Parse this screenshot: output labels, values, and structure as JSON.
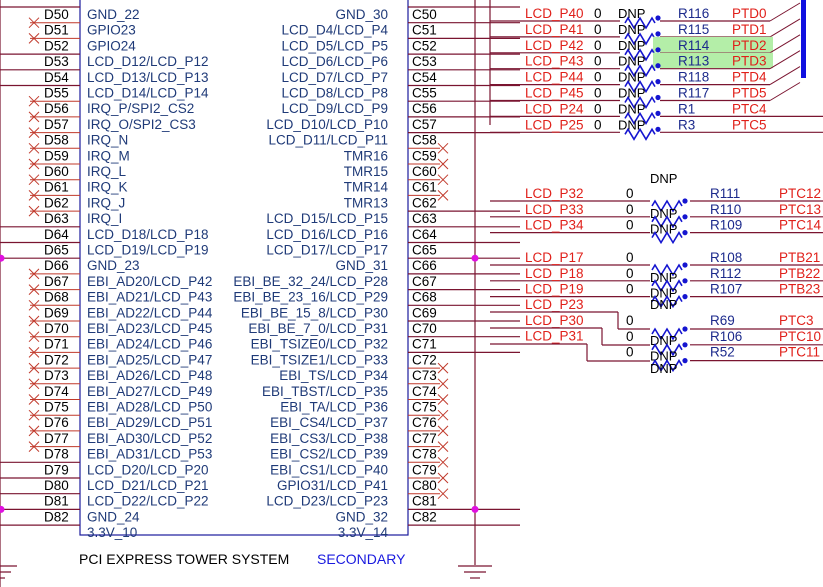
{
  "footer": {
    "title": "PCI EXPRESS TOWER SYSTEM",
    "subtitle": "SECONDARY"
  },
  "colors": {
    "wire": "#7a1430",
    "net_label": "#e0201a",
    "pin_text": "#1f3a78",
    "component_outline": "#1c1c9c",
    "junction": "#e010e0",
    "bus": "#1010e0",
    "highlight": "#b4eea8"
  },
  "left_pins": [
    {
      "num": "D50",
      "name": "GND_22",
      "nc": false
    },
    {
      "num": "D51",
      "name": "GPIO23",
      "nc": true
    },
    {
      "num": "D52",
      "name": "GPIO24",
      "nc": true
    },
    {
      "num": "D53",
      "name": "LCD_D12/LCD_P12",
      "nc": false
    },
    {
      "num": "D54",
      "name": "LCD_D13/LCD_P13",
      "nc": false
    },
    {
      "num": "D55",
      "name": "LCD_D14/LCD_P14",
      "nc": false
    },
    {
      "num": "D56",
      "name": "IRQ_P/SPI2_CS2",
      "nc": true
    },
    {
      "num": "D57",
      "name": "IRQ_O/SPI2_CS3",
      "nc": true
    },
    {
      "num": "D58",
      "name": "IRQ_N",
      "nc": true
    },
    {
      "num": "D59",
      "name": "IRQ_M",
      "nc": true
    },
    {
      "num": "D60",
      "name": "IRQ_L",
      "nc": true
    },
    {
      "num": "D61",
      "name": "IRQ_K",
      "nc": true
    },
    {
      "num": "D62",
      "name": "IRQ_J",
      "nc": true
    },
    {
      "num": "D63",
      "name": "IRQ_I",
      "nc": true
    },
    {
      "num": "D64",
      "name": "LCD_D18/LCD_P18",
      "nc": false
    },
    {
      "num": "D65",
      "name": "LCD_D19/LCD_P19",
      "nc": false
    },
    {
      "num": "D66",
      "name": "GND_23",
      "nc": false,
      "gnd": true
    },
    {
      "num": "D67",
      "name": "EBI_AD20/LCD_P42",
      "nc": true
    },
    {
      "num": "D68",
      "name": "EBI_AD21/LCD_P43",
      "nc": true
    },
    {
      "num": "D69",
      "name": "EBI_AD22/LCD_P44",
      "nc": true
    },
    {
      "num": "D70",
      "name": "EBI_AD23/LCD_P45",
      "nc": true
    },
    {
      "num": "D71",
      "name": "EBI_AD24/LCD_P46",
      "nc": true
    },
    {
      "num": "D72",
      "name": "EBI_AD25/LCD_P47",
      "nc": true
    },
    {
      "num": "D73",
      "name": "EBI_AD26/LCD_P48",
      "nc": true
    },
    {
      "num": "D74",
      "name": "EBI_AD27/LCD_P49",
      "nc": true
    },
    {
      "num": "D75",
      "name": "EBI_AD28/LCD_P50",
      "nc": true
    },
    {
      "num": "D76",
      "name": "EBI_AD29/LCD_P51",
      "nc": true
    },
    {
      "num": "D77",
      "name": "EBI_AD30/LCD_P52",
      "nc": true
    },
    {
      "num": "D78",
      "name": "EBI_AD31/LCD_P53",
      "nc": true
    },
    {
      "num": "D79",
      "name": "LCD_D20/LCD_P20",
      "nc": false
    },
    {
      "num": "D80",
      "name": "LCD_D21/LCD_P21",
      "nc": false
    },
    {
      "num": "D81",
      "name": "LCD_D22/LCD_P22",
      "nc": false
    },
    {
      "num": "D82",
      "name": "GND_24",
      "nc": false,
      "gnd": true
    },
    {
      "num": "",
      "name": "3.3V_10",
      "nc": false
    }
  ],
  "right_pins": [
    {
      "num": "C50",
      "name": "GND_30",
      "nc": false
    },
    {
      "num": "C51",
      "name": "LCD_D4/LCD_P4",
      "nc": false
    },
    {
      "num": "C52",
      "name": "LCD_D5/LCD_P5",
      "nc": false
    },
    {
      "num": "C53",
      "name": "LCD_D6/LCD_P6",
      "nc": false
    },
    {
      "num": "C54",
      "name": "LCD_D7/LCD_P7",
      "nc": false
    },
    {
      "num": "C55",
      "name": "LCD_D8/LCD_P8",
      "nc": false
    },
    {
      "num": "C56",
      "name": "LCD_D9/LCD_P9",
      "nc": false
    },
    {
      "num": "C57",
      "name": "LCD_D10/LCD_P10",
      "nc": false
    },
    {
      "num": "C58",
      "name": "LCD_D11/LCD_P11",
      "nc": false
    },
    {
      "num": "C59",
      "name": "TMR16",
      "nc": true
    },
    {
      "num": "C60",
      "name": "TMR15",
      "nc": true
    },
    {
      "num": "C61",
      "name": "TMR14",
      "nc": true
    },
    {
      "num": "C62",
      "name": "TMR13",
      "nc": true
    },
    {
      "num": "C63",
      "name": "LCD_D15/LCD_P15",
      "nc": false
    },
    {
      "num": "C64",
      "name": "LCD_D16/LCD_P16",
      "nc": false
    },
    {
      "num": "C65",
      "name": "LCD_D17/LCD_P17",
      "nc": false
    },
    {
      "num": "C66",
      "name": "GND_31",
      "nc": false,
      "gnd": true
    },
    {
      "num": "C67",
      "name": "EBI_BE_32_24/LCD_P28",
      "nc": false
    },
    {
      "num": "C68",
      "name": "EBI_BE_23_16/LCD_P29",
      "nc": false
    },
    {
      "num": "C69",
      "name": "EBI_BE_15_8/LCD_P30",
      "nc": false
    },
    {
      "num": "C70",
      "name": "EBI_BE_7_0/LCD_P31",
      "nc": false
    },
    {
      "num": "C71",
      "name": "EBI_TSIZE0/LCD_P32",
      "nc": false
    },
    {
      "num": "C72",
      "name": "EBI_TSIZE1/LCD_P33",
      "nc": false
    },
    {
      "num": "C73",
      "name": "EBI_TS/LCD_P34",
      "nc": true
    },
    {
      "num": "C74",
      "name": "EBI_TBST/LCD_P35",
      "nc": true
    },
    {
      "num": "C75",
      "name": "EBI_TA/LCD_P36",
      "nc": true
    },
    {
      "num": "C76",
      "name": "EBI_CS4/LCD_P37",
      "nc": true
    },
    {
      "num": "C77",
      "name": "EBI_CS3/LCD_P38",
      "nc": true
    },
    {
      "num": "C78",
      "name": "EBI_CS2/LCD_P39",
      "nc": true
    },
    {
      "num": "C79",
      "name": "EBI_CS1/LCD_P40",
      "nc": true
    },
    {
      "num": "C80",
      "name": "GPIO31/LCD_P41",
      "nc": true
    },
    {
      "num": "C81",
      "name": "LCD_D23/LCD_P23",
      "nc": true
    },
    {
      "num": "C82",
      "name": "GND_32",
      "nc": false,
      "gnd": true
    },
    {
      "num": "",
      "name": "3.3V_14",
      "nc": false
    }
  ],
  "resistor_group_top": [
    {
      "net": "LCD_P40",
      "value": "0",
      "dnp": "DNP",
      "ref": "R116",
      "port": "PTD0",
      "highlight": false
    },
    {
      "net": "LCD_P41",
      "value": "0",
      "dnp": "DNP",
      "ref": "R115",
      "port": "PTD1",
      "highlight": false
    },
    {
      "net": "LCD_P42",
      "value": "0",
      "dnp": "DNP",
      "ref": "R114",
      "port": "PTD2",
      "highlight": true
    },
    {
      "net": "LCD_P43",
      "value": "0",
      "dnp": "DNP",
      "ref": "R113",
      "port": "PTD3",
      "highlight": true
    },
    {
      "net": "LCD_P44",
      "value": "0",
      "dnp": "DNP",
      "ref": "R118",
      "port": "PTD4",
      "highlight": false
    },
    {
      "net": "LCD_P45",
      "value": "0",
      "dnp": "DNP",
      "ref": "R117",
      "port": "PTD5",
      "highlight": false
    },
    {
      "net": "LCD_P24",
      "value": "0",
      "dnp": "DNP",
      "ref": "R1",
      "port": "PTC4",
      "highlight": false
    },
    {
      "net": "LCD_P25",
      "value": "0",
      "dnp": "DNP",
      "ref": "R3",
      "port": "PTC5",
      "highlight": false
    }
  ],
  "resistor_group_mid": {
    "header_dnp": "DNP",
    "rows": [
      {
        "net": "LCD_P32",
        "value": "0",
        "dnp": "",
        "ref": "R111",
        "port": "PTC12"
      },
      {
        "net": "LCD_P33",
        "value": "0",
        "dnp": "DNP",
        "ref": "R110",
        "port": "PTC13"
      },
      {
        "net": "LCD_P34",
        "value": "0",
        "dnp": "DNP",
        "ref": "R109",
        "port": "PTC14"
      }
    ]
  },
  "resistor_group_low": {
    "rows": [
      {
        "net": "LCD_P17",
        "value": "0",
        "dnp": "",
        "ref": "R108",
        "port": "PTB21"
      },
      {
        "net": "LCD_P18",
        "value": "0",
        "dnp": "DNP",
        "ref": "R112",
        "port": "PTB22"
      },
      {
        "net": "LCD_P19",
        "value": "0",
        "dnp": "DNP",
        "ref": "R107",
        "port": "PTB23"
      }
    ],
    "trailing_dnp": "DNP"
  },
  "resistor_group_bottom": {
    "nets": [
      "LCD_P23",
      "LCD_P30",
      "LCD_P31"
    ],
    "rows": [
      {
        "value": "0",
        "dnp": "",
        "ref": "R69",
        "port": "PTC3"
      },
      {
        "value": "0",
        "dnp": "DNP",
        "ref": "R106",
        "port": "PTC10"
      },
      {
        "value": "0",
        "dnp": "DNP",
        "ref": "R52",
        "port": "PTC11"
      }
    ],
    "trailing_dnp": "DNP"
  }
}
